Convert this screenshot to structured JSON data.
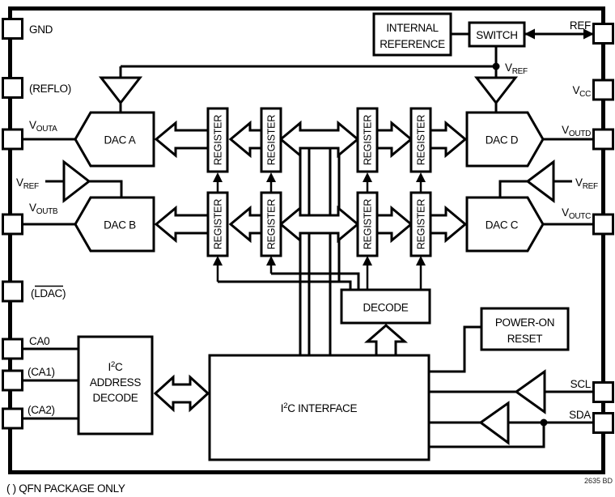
{
  "style": {
    "ink": "#000000",
    "background": "#ffffff"
  },
  "pins": {
    "left": {
      "gnd": {
        "label": "GND"
      },
      "reflo": {
        "label": "(REFLO)"
      },
      "vouta": {
        "base": "V",
        "sub": "OUTA"
      },
      "vref": {
        "base": "V",
        "sub": "REF"
      },
      "voutb": {
        "base": "V",
        "sub": "OUTB"
      },
      "ldac": {
        "label": "(LDAC)"
      },
      "ca0": {
        "label": "CA0"
      },
      "ca1": {
        "label": "(CA1)"
      },
      "ca2": {
        "label": "(CA2)"
      }
    },
    "right": {
      "ref": {
        "label": "REF"
      },
      "vcc": {
        "base": "V",
        "sub": "CC"
      },
      "voutd": {
        "base": "V",
        "sub": "OUTD"
      },
      "vref": {
        "base": "V",
        "sub": "REF"
      },
      "voutc": {
        "base": "V",
        "sub": "OUTC"
      },
      "scl": {
        "label": "SCL"
      },
      "sda": {
        "label": "SDA"
      }
    }
  },
  "nets": {
    "vref_node": {
      "base": "V",
      "sub": "REF"
    }
  },
  "blocks": {
    "internal_reference": {
      "line1": "INTERNAL",
      "line2": "REFERENCE"
    },
    "switch": {
      "label": "SWITCH"
    },
    "dac_a": {
      "label": "DAC A"
    },
    "dac_b": {
      "label": "DAC B"
    },
    "dac_c": {
      "label": "DAC C"
    },
    "dac_d": {
      "label": "DAC D"
    },
    "register": {
      "label": "REGISTER"
    },
    "decode": {
      "label": "DECODE"
    },
    "power_on_reset": {
      "line1": "POWER-ON",
      "line2": "RESET"
    },
    "i2c_interface": {
      "base": "I",
      "sup": "2",
      "rest": "C INTERFACE"
    },
    "i2c_address_decode": {
      "base": "I",
      "sup": "2",
      "rest": "C",
      "line2": "ADDRESS",
      "line3": "DECODE"
    }
  },
  "footer": {
    "note": "( ) QFN PACKAGE ONLY",
    "code": "2635 BD"
  }
}
